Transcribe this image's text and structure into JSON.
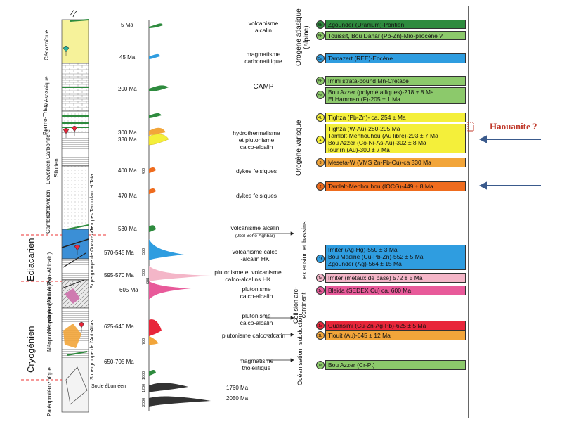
{
  "colors": {
    "dark_green": "#2e8b3e",
    "light_green": "#8cc96b",
    "blue": "#2f9de0",
    "yellow": "#f4ef3a",
    "orange": "#f2a53a",
    "red_orange": "#ef6c1e",
    "pink": "#f4b6c8",
    "red": "#e8263a",
    "arrow": "#3a5a8c",
    "haouanite": "#c0392b"
  },
  "eras": {
    "cenozoic": "Cénozoïque",
    "mesozoic": "Mésozoïque",
    "permo_trias": "Permo-Trias",
    "carboniferous": "Carbonifère",
    "devonian": "Dévonien",
    "silurian": "Silurien",
    "ordovician": "Ordovicien",
    "cambrian": "Cambrien",
    "ediacaran": "Ediacarien",
    "cryogenian": "Cryogénien",
    "paleoproterozoic": "Paléoprotérozoïque",
    "neo_panafrican": "Néoprotérozoïque (Pan-Africain)",
    "neo_antiatlas": "Néoprotérozoïque (Anti-Atlas)"
  },
  "supergroups": {
    "taroudant": "Groupes Taroudant et Tata",
    "ouarzazate": "Supergroupe de Ouarzazate",
    "antiatlas": "Supergroupe de l'Anti-Atlas"
  },
  "socle_label": "Socle éburnéen",
  "ages": [
    "5 Ma",
    "45 Ma",
    "200 Ma",
    "300 Ma",
    "330 Ma",
    "400 Ma",
    "470 Ma",
    "530 Ma",
    "570-545 Ma",
    "595-570 Ma",
    "605 Ma",
    "625-640 Ma",
    "650-705 Ma",
    "1760 Ma",
    "2050 Ma"
  ],
  "axis_ticks": [
    "480",
    "560",
    "580",
    "600",
    "700",
    "1000",
    "1200",
    "2000"
  ],
  "events": [
    {
      "line1": "volcanisme",
      "line2": "alcalin"
    },
    {
      "line1": "magmatisme",
      "line2": "carbonatitique"
    },
    {
      "line1": "CAMP",
      "line2": ""
    },
    {
      "line1": "hydrothermalisme",
      "line2": "et plutonisme",
      "line3": "calco-alcalin"
    },
    {
      "line1": "dykes felsiques",
      "line2": ""
    },
    {
      "line1": "dykes felsiques",
      "line2": ""
    },
    {
      "line1": "volcanisme alcalin",
      "line2": "(Jbel Boho-Aghbar)"
    },
    {
      "line1": "volcanisme calco",
      "line2": "-alcalin HK"
    },
    {
      "line1": "plutonisme et volcanisme",
      "line2": "calco-alcalins HK"
    },
    {
      "line1": "plutonisme",
      "line2": "calco-alcalin"
    },
    {
      "line1": "plutonisme",
      "line2": "calco-alcalin"
    },
    {
      "line1": "plutonisme calco-alcalin",
      "line2": ""
    },
    {
      "line1": "magmatisme",
      "line2": "tholéiitique"
    }
  ],
  "orogenies": {
    "atlasique": "Orogène atlasique",
    "alpine": "(alpine)",
    "varisque": "Orogène varisque",
    "extension": "extension et bassins",
    "collision": "Collision arc-",
    "continent": "continent",
    "subduction": "subduction",
    "oceanisation": "Océanisation"
  },
  "deposits": [
    {
      "badge": "5b",
      "lines": [
        "Zgounder (Uranium)-Pontien"
      ]
    },
    {
      "badge": "5b",
      "lines": [
        "Touissit, Bou Dahar (Pb-Zn)-Mio-pliocène ?"
      ]
    },
    {
      "badge": "5a",
      "lines": [
        "Tamazert (REE)-Eocène"
      ]
    },
    {
      "badge": "5b",
      "lines": [
        "Imini strata-bound Mn-Crétacé"
      ]
    },
    {
      "badge": "5a",
      "lines": [
        "Bou Azzer (polymétalliques)-218 ± 8 Ma",
        "El Hamman (F)-205 ± 1 Ma"
      ]
    },
    {
      "badge": "4b",
      "lines": [
        "Tighza (Pb-Zn)- ca. 254 ± Ma"
      ]
    },
    {
      "badge": "4",
      "lines": [
        "Tighza (W-Au)-280-295 Ma",
        "Tamlalt-Menhouhou (Au libre)-293 ± 7 Ma",
        "Bou Azzer (Co-Ni-As-Au)-302 ± 8 Ma",
        "Iourirn  (Au)-300 ± 7 Ma"
      ]
    },
    {
      "badge": "3",
      "lines": [
        "Meseta-W (VMS Zn-Pb-Cu)-ca 330 Ma"
      ]
    },
    {
      "badge": "2",
      "lines": [
        "Tamlalt-Menhouhou (IOCG)-449 ± 8 Ma"
      ]
    },
    {
      "badge": "1f",
      "lines": [
        "Imiter (Ag-Hg)-550 ± 3 Ma",
        "Bou Madine (Cu-Pb-Zn)-552 ± 5 Ma",
        "Zgounder (Ag)-564 ± 15 Ma"
      ]
    },
    {
      "badge": "1e",
      "lines": [
        "Imiter (métaux de base) 572 ± 5 Ma"
      ]
    },
    {
      "badge": "1d",
      "lines": [
        "Bleida (SEDEX Cu) ca. 600 Ma"
      ]
    },
    {
      "badge": "1c",
      "lines": [
        "Ouansimi (Cu-Zn-Ag-Pb)-625 ± 5 Ma"
      ]
    },
    {
      "badge": "1b",
      "lines": [
        "Tiouit (Au)-645 ± 12 Ma"
      ]
    },
    {
      "badge": "1a",
      "lines": [
        "Bou Azzer (Cr-Pt)"
      ]
    }
  ],
  "haouanite_label": "Haouanite ?"
}
